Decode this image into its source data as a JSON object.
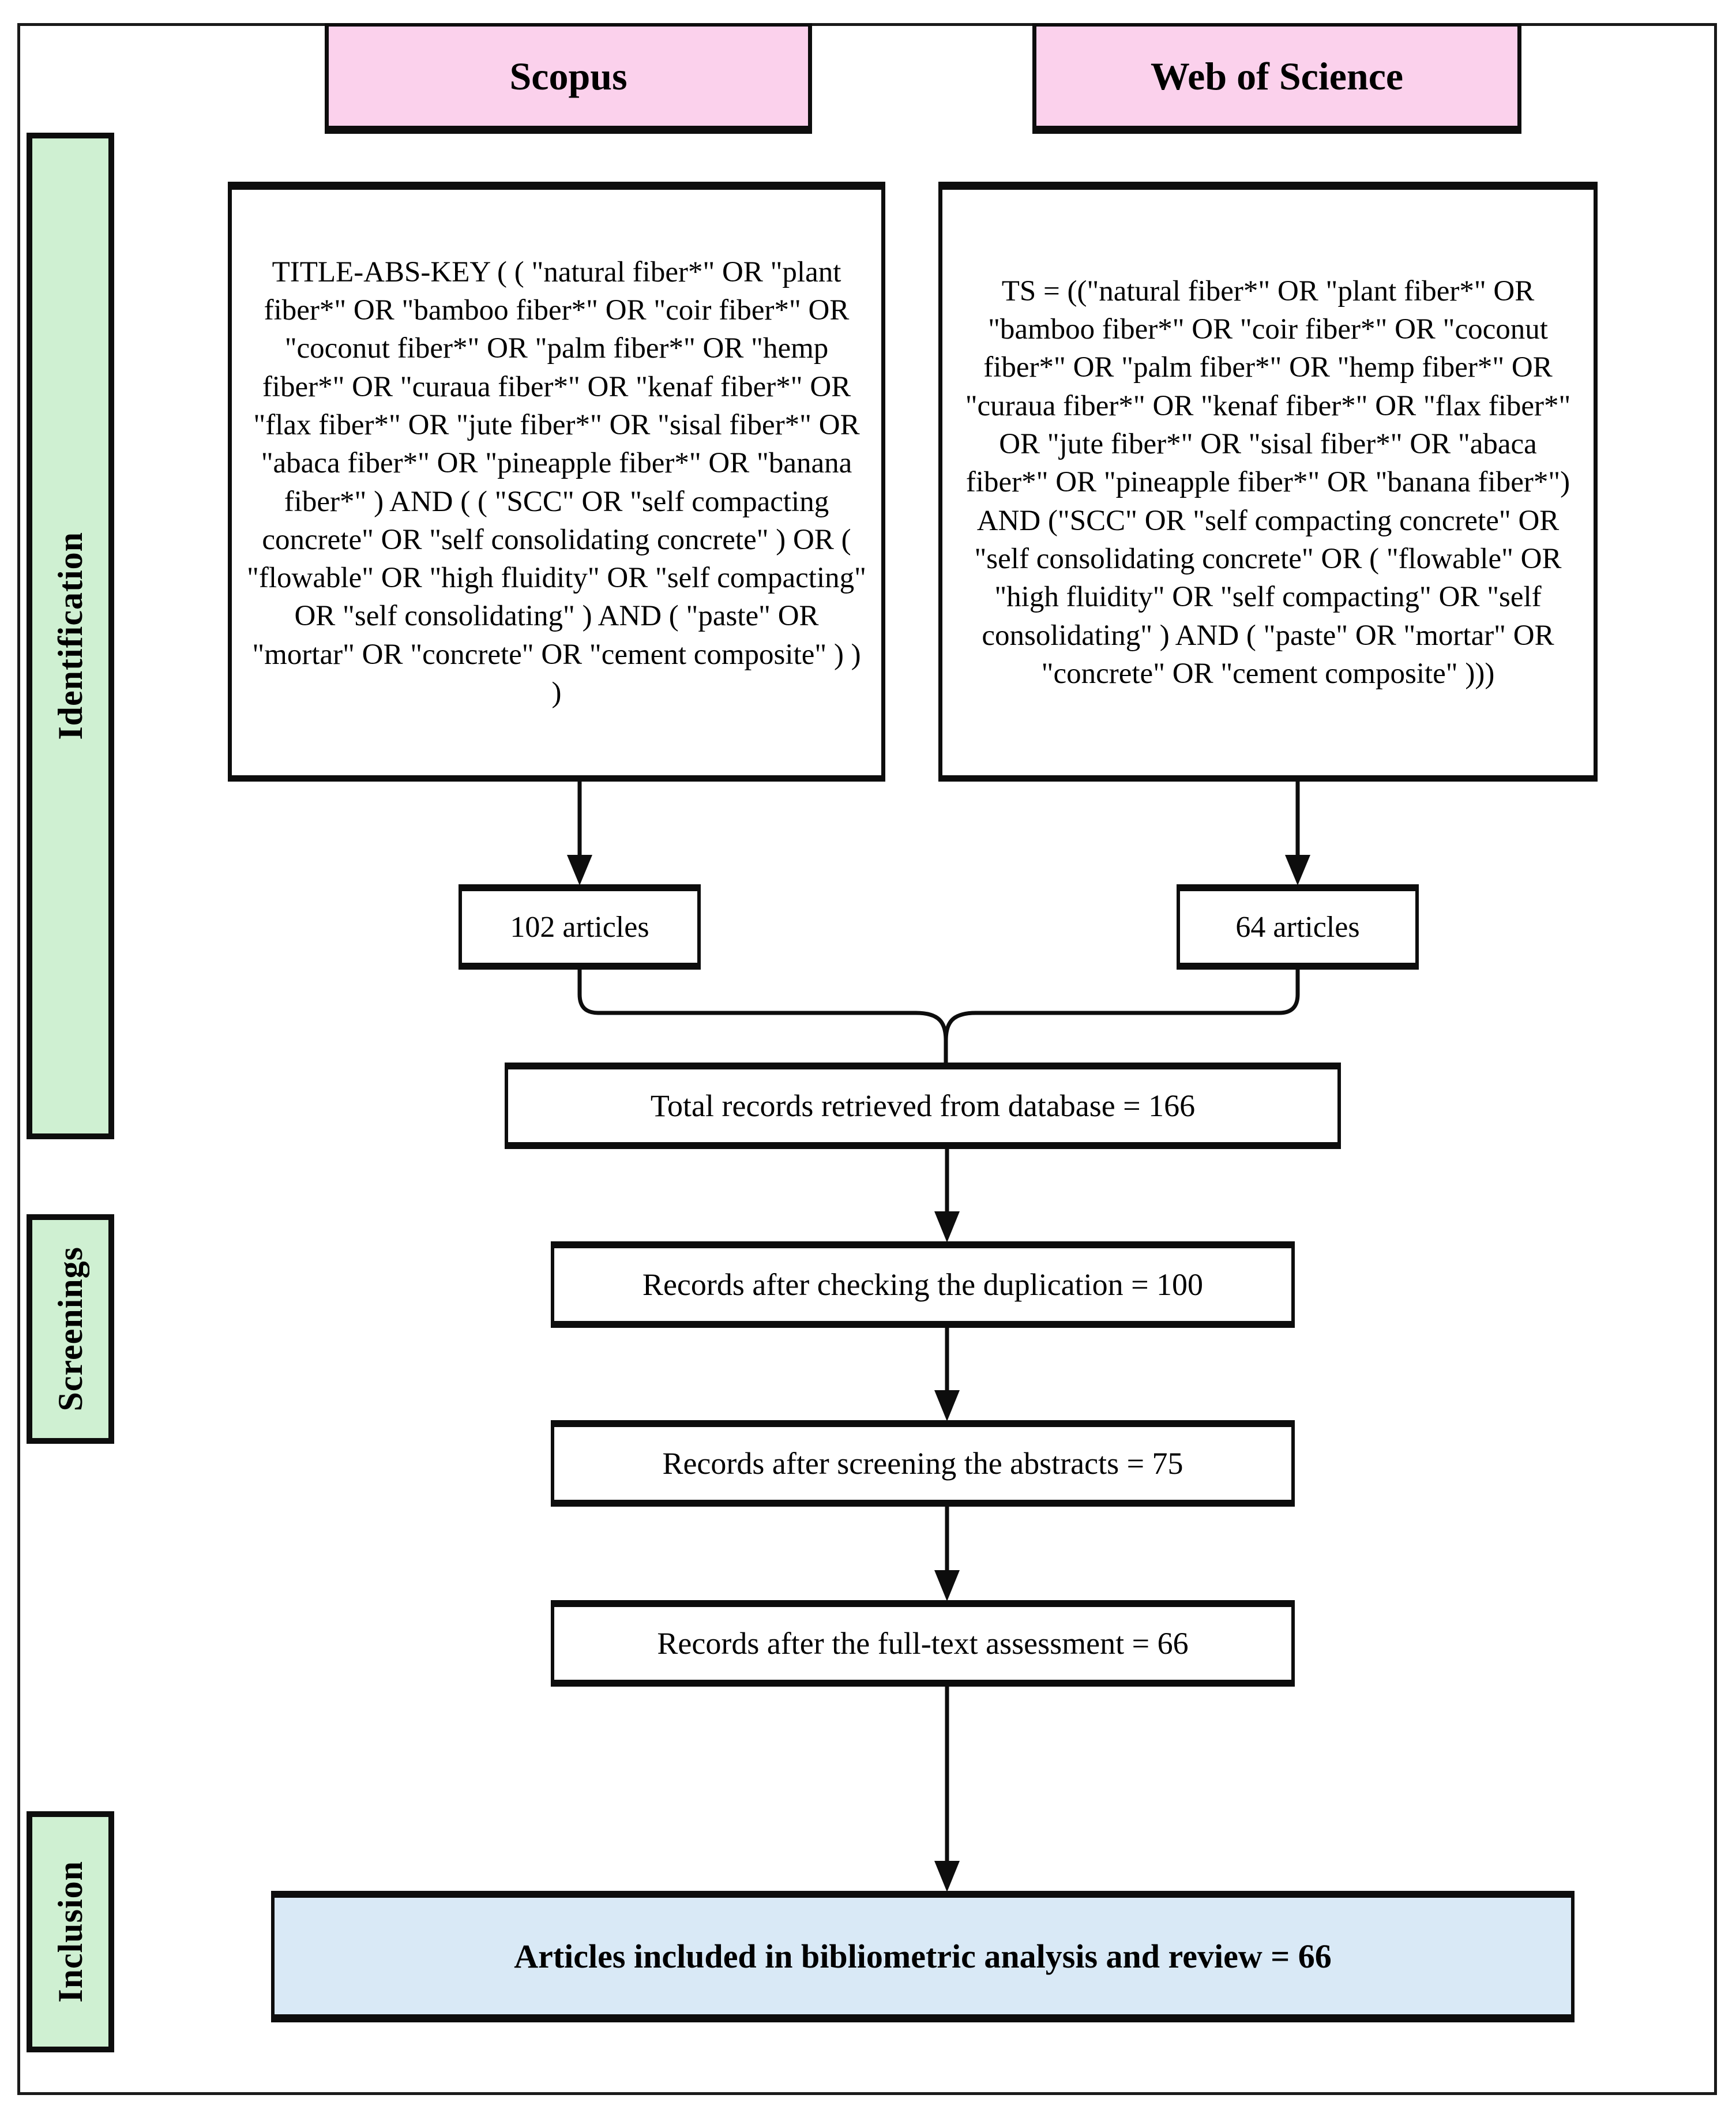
{
  "figure": {
    "title_hint": "Systematic literature search flow diagram",
    "databases": [
      {
        "name": "Scopus",
        "query": "TITLE-ABS-KEY ( ( \"natural fiber*\" OR \"plant fiber*\" OR \"bamboo fiber*\" OR \"coir fiber*\" OR \"coconut fiber*\" OR \"palm fiber*\" OR \"hemp fiber*\" OR \"curaua fiber*\" OR \"kenaf fiber*\" OR \"flax fiber*\" OR \"jute fiber*\" OR \"sisal fiber*\" OR \"abaca fiber*\" OR \"pineapple fiber*\" OR \"banana fiber*\" ) AND ( ( \"SCC\" OR \"self compacting concrete\" OR \"self consolidating concrete\" ) OR ( \"flowable\" OR \"high fluidity\" OR \"self compacting\" OR \"self consolidating\" ) AND ( \"paste\" OR \"mortar\" OR \"concrete\" OR \"cement composite\" ) ) )",
        "result": "102 articles"
      },
      {
        "name": "Web of Science",
        "query": "TS = ((\"natural fiber*\" OR \"plant fiber*\" OR \"bamboo fiber*\" OR \"coir fiber*\" OR \"coconut fiber*\" OR \"palm fiber*\" OR \"hemp fiber*\" OR \"curaua fiber*\" OR \"kenaf fiber*\" OR \"flax fiber*\" OR \"jute fiber*\" OR \"sisal fiber*\" OR \"abaca fiber*\" OR \"pineapple fiber*\" OR \"banana fiber*\") AND (\"SCC\" OR \"self compacting concrete\" OR \"self consolidating concrete\" OR ( \"flowable\" OR \"high fluidity\" OR \"self compacting\" OR \"self consolidating\" ) AND ( \"paste\" OR \"mortar\" OR \"concrete\" OR \"cement composite\" )))",
        "result": "64 articles"
      }
    ],
    "stages": [
      {
        "label": "Identification"
      },
      {
        "label": "Screenings"
      },
      {
        "label": "Inclusion"
      }
    ],
    "flow_steps": [
      {
        "label": "Total records retrieved from database = 166"
      },
      {
        "label": "Records after checking the duplication = 100"
      },
      {
        "label": "Records after screening the abstracts = 75"
      },
      {
        "label": "Records after the full-text assessment = 66"
      }
    ],
    "final_step": {
      "label": "Articles included in bibliometric analysis and review = 66"
    },
    "colors": {
      "header_bg": "#fbd1ec",
      "stage_bg": "#cff0d2",
      "final_bg": "#d9e9f6",
      "box_bg": "#ffffff",
      "line": "#0d0d0d"
    }
  }
}
